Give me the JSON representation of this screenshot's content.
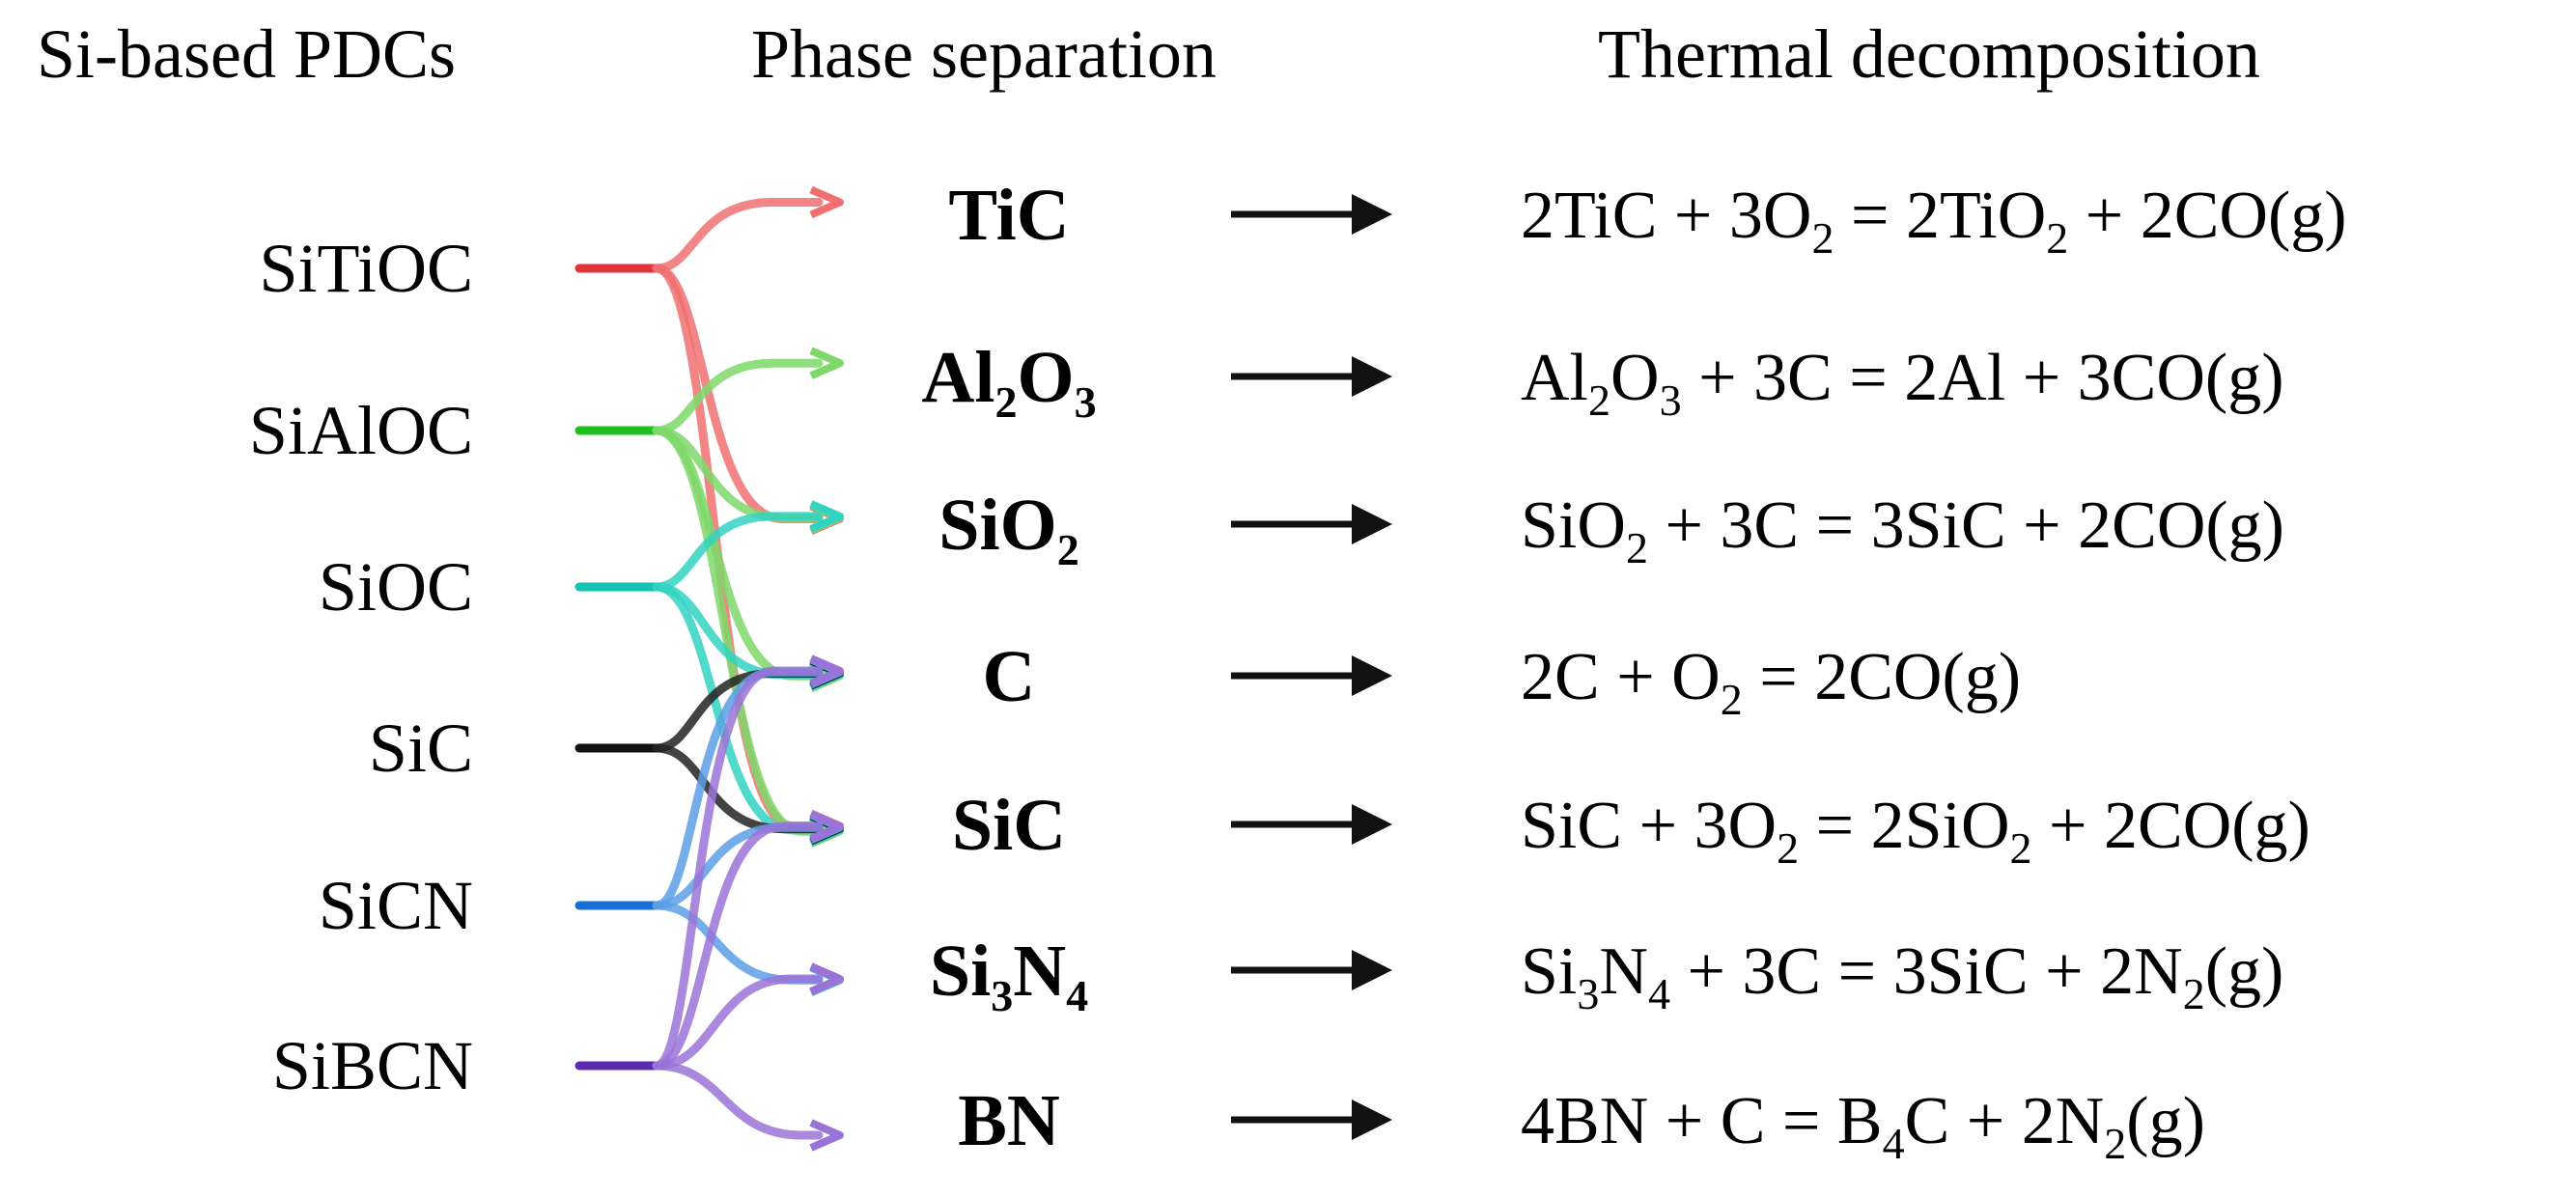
{
  "headers": {
    "sources": "Si-based PDCs",
    "phases": "Phase separation",
    "reactions": "Thermal decomposition"
  },
  "sources": [
    {
      "label": "SiTiOC",
      "color": "#e0333a",
      "light": "#f07070",
      "targets": [
        0,
        2,
        4
      ]
    },
    {
      "label": "SiAlOC",
      "color": "#1fbf1f",
      "light": "#7ed86a",
      "targets": [
        1,
        2,
        3,
        4
      ]
    },
    {
      "label": "SiOC",
      "color": "#12c2b2",
      "light": "#33d2c2",
      "targets": [
        2,
        3,
        4
      ]
    },
    {
      "label": "SiC",
      "color": "#111111",
      "light": "#222222",
      "targets": [
        3,
        4
      ]
    },
    {
      "label": "SiCN",
      "color": "#1670d2",
      "light": "#5c9fe6",
      "targets": [
        3,
        4,
        5
      ]
    },
    {
      "label": "SiBCN",
      "color": "#5d2bb0",
      "light": "#9a73d8",
      "targets": [
        3,
        4,
        5,
        6
      ]
    }
  ],
  "phases": [
    {
      "parts": [
        [
          "TiC",
          false
        ]
      ]
    },
    {
      "parts": [
        [
          "Al",
          false
        ],
        [
          "2",
          true
        ],
        [
          "O",
          false
        ],
        [
          "3",
          true
        ]
      ]
    },
    {
      "parts": [
        [
          "SiO",
          false
        ],
        [
          "2",
          true
        ]
      ]
    },
    {
      "parts": [
        [
          "C",
          false
        ]
      ]
    },
    {
      "parts": [
        [
          "SiC",
          false
        ]
      ]
    },
    {
      "parts": [
        [
          "Si",
          false
        ],
        [
          "3",
          true
        ],
        [
          "N",
          false
        ],
        [
          "4",
          true
        ]
      ]
    },
    {
      "parts": [
        [
          "BN",
          false
        ]
      ]
    }
  ],
  "reactions": [
    {
      "parts": [
        [
          "2TiC + 3O",
          false
        ],
        [
          "2",
          true
        ],
        [
          " = 2TiO",
          false
        ],
        [
          "2",
          true
        ],
        [
          " + 2CO(g)",
          false
        ]
      ]
    },
    {
      "parts": [
        [
          "Al",
          false
        ],
        [
          "2",
          true
        ],
        [
          "O",
          false
        ],
        [
          "3",
          true
        ],
        [
          " + 3C = 2Al + 3CO(g)",
          false
        ]
      ]
    },
    {
      "parts": [
        [
          "SiO",
          false
        ],
        [
          "2",
          true
        ],
        [
          " + 3C = 3SiC + 2CO(g)",
          false
        ]
      ]
    },
    {
      "parts": [
        [
          "2C + O",
          false
        ],
        [
          "2",
          true
        ],
        [
          " = 2CO(g)",
          false
        ]
      ]
    },
    {
      "parts": [
        [
          "SiC + 3O",
          false
        ],
        [
          "2",
          true
        ],
        [
          " = 2SiO",
          false
        ],
        [
          "2",
          true
        ],
        [
          " + 2CO(g)",
          false
        ]
      ]
    },
    {
      "parts": [
        [
          "Si",
          false
        ],
        [
          "3",
          true
        ],
        [
          "N",
          false
        ],
        [
          "4",
          true
        ],
        [
          " + 3C = 3SiC + 2N",
          false
        ],
        [
          "2",
          true
        ],
        [
          "(g)",
          false
        ]
      ]
    },
    {
      "parts": [
        [
          "4BN + C = B",
          false
        ],
        [
          "4",
          true
        ],
        [
          "C + 2N",
          false
        ],
        [
          "2",
          true
        ],
        [
          "(g)",
          false
        ]
      ]
    }
  ]
}
